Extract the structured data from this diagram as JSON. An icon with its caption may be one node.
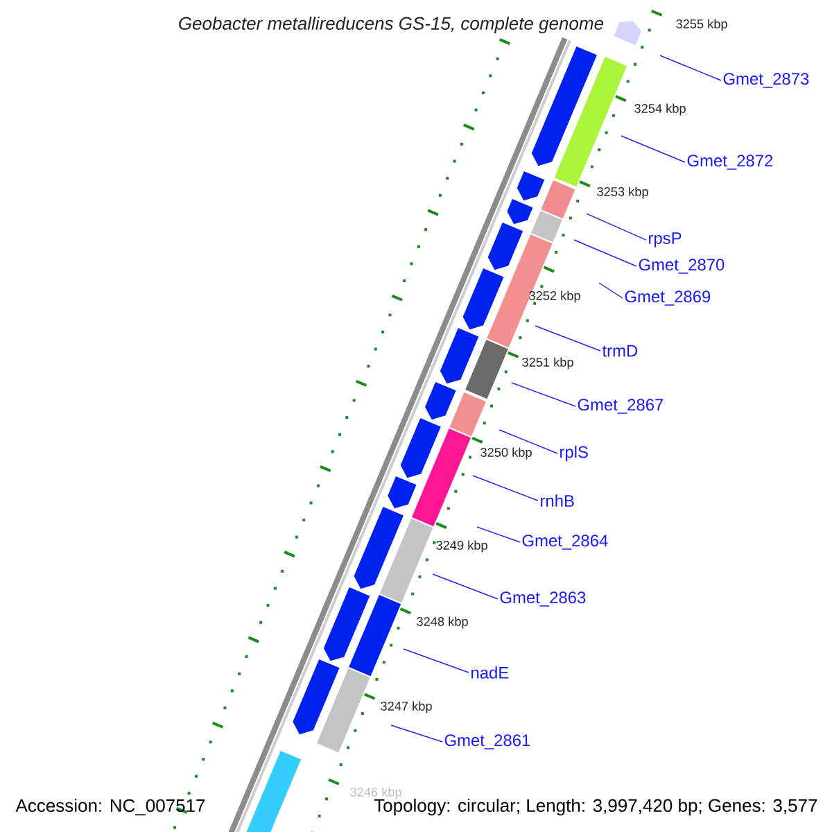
{
  "diagram": {
    "title": "Geobacter metallireducens GS-15, complete genome",
    "nodes": [
      {
        "text": [
          "Gmet_2873"
        ]
      },
      {
        "text": [
          "Gmet_2872"
        ]
      },
      {
        "text": [
          "rpsP"
        ]
      },
      {
        "text": [
          "Gmet_2870"
        ]
      },
      {
        "text": [
          "Gmet_2869"
        ]
      },
      {
        "text": [
          "trmD"
        ]
      },
      {
        "text": [
          "Gmet_2867"
        ]
      },
      {
        "text": [
          "rplS"
        ]
      },
      {
        "text": [
          "rnhB"
        ]
      },
      {
        "text": [
          "Gmet_2864"
        ]
      },
      {
        "text": [
          "Gmet_2863"
        ]
      },
      {
        "text": [
          "nadE"
        ]
      },
      {
        "text": [
          "Gmet_2861"
        ]
      }
    ],
    "edges": [
      {
        "from": 0,
        "to": null,
        "arrow": "none"
      },
      {
        "from": 1,
        "to": null,
        "arrow": "none"
      },
      {
        "from": 2,
        "to": null,
        "arrow": "none"
      },
      {
        "from": 3,
        "to": null,
        "arrow": "none"
      },
      {
        "from": 4,
        "to": null,
        "arrow": "none"
      },
      {
        "from": 5,
        "to": null,
        "arrow": "none"
      },
      {
        "from": 6,
        "to": null,
        "arrow": "none"
      },
      {
        "from": 7,
        "to": null,
        "arrow": "none"
      },
      {
        "from": 8,
        "to": null,
        "arrow": "none"
      },
      {
        "from": 9,
        "to": null,
        "arrow": "none"
      },
      {
        "from": 10,
        "to": null,
        "arrow": "none"
      },
      {
        "from": 11,
        "to": null,
        "arrow": "none"
      },
      {
        "from": 12,
        "to": null,
        "arrow": "none"
      }
    ],
    "labels": [
      "3255 kbp",
      "3254 kbp",
      "3253 kbp",
      "3252 kbp",
      "3251 kbp",
      "3250 kbp",
      "3249 kbp",
      "3248 kbp",
      "3247 kbp",
      "3246 kbp",
      "Accession: NC_007517",
      "Topology: circular; Length: 3,997,420 bp; Genes: 3,577"
    ]
  }
}
